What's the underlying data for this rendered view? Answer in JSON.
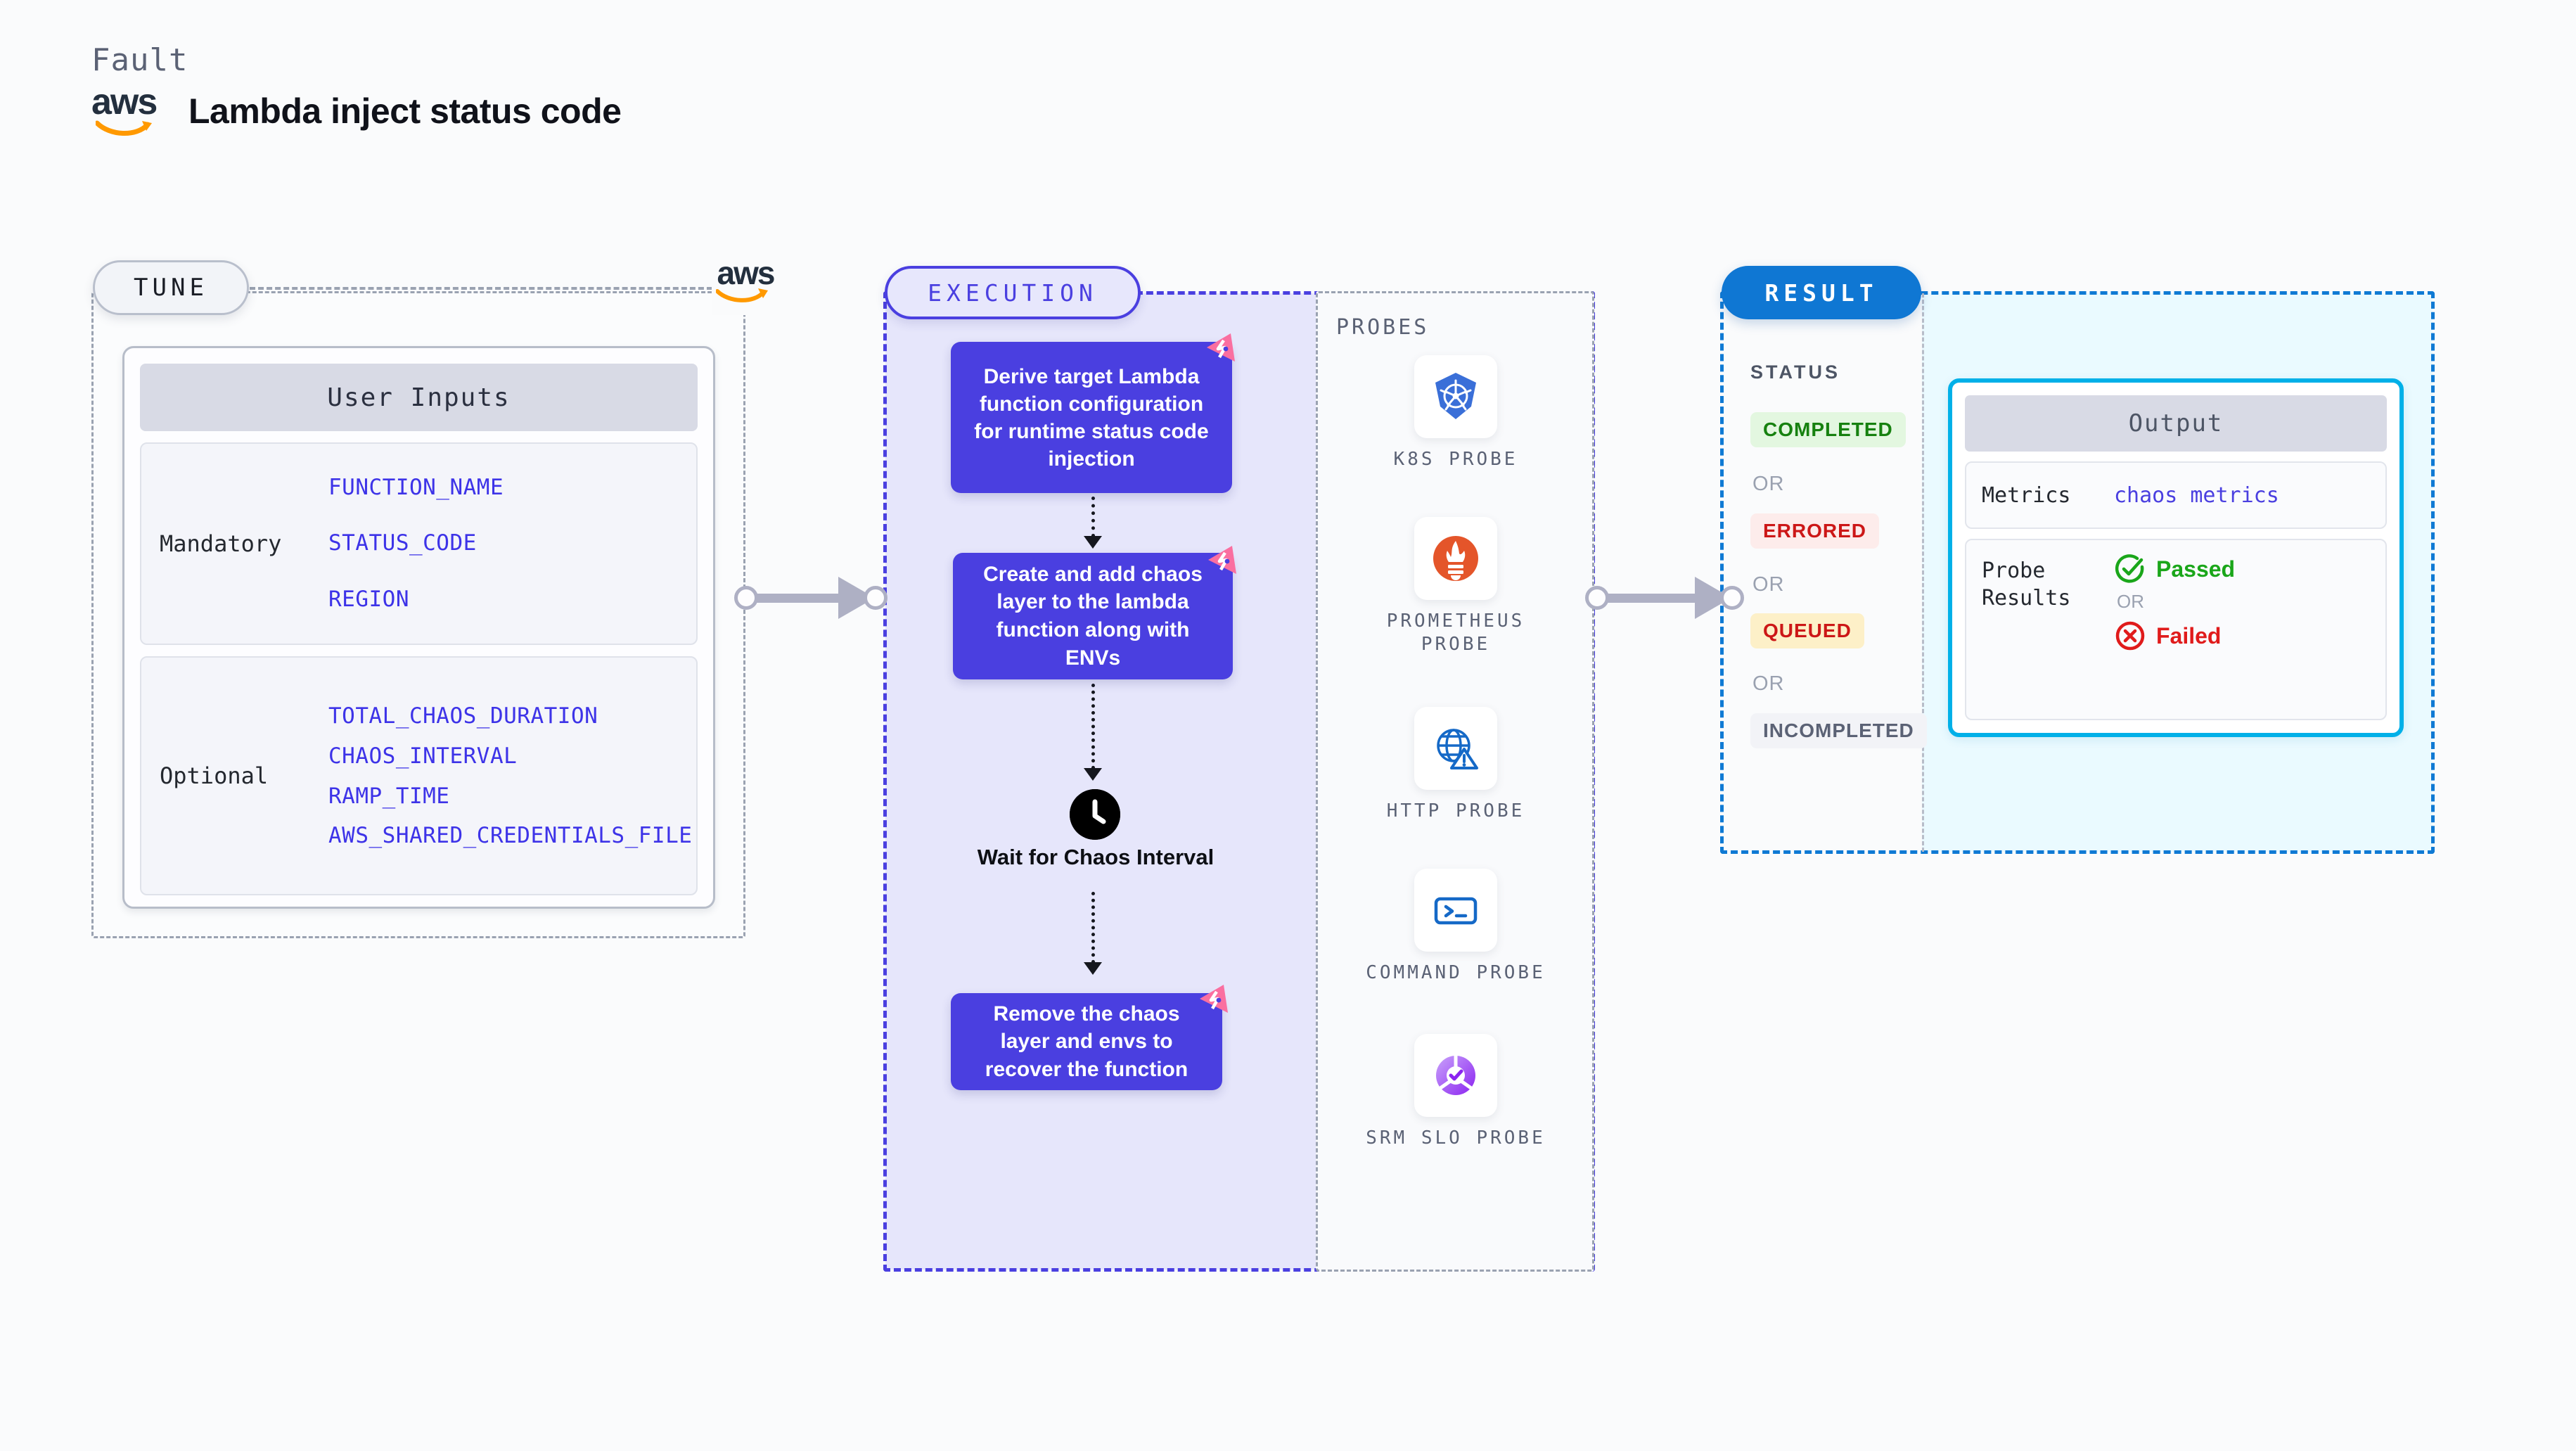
{
  "header": {
    "fault_label": "Fault",
    "title": "Lambda inject status code",
    "logo": "aws-logo"
  },
  "tune": {
    "badge": "TUNE",
    "provider_logo": "aws-logo",
    "card_title": "User Inputs",
    "groups": [
      {
        "label": "Mandatory",
        "params": [
          "FUNCTION_NAME",
          "STATUS_CODE",
          "REGION"
        ]
      },
      {
        "label": "Optional",
        "params": [
          "TOTAL_CHAOS_DURATION",
          "CHAOS_INTERVAL",
          "RAMP_TIME",
          "AWS_SHARED_CREDENTIALS_FILE"
        ]
      }
    ]
  },
  "execution": {
    "badge": "EXECUTION",
    "nodes": [
      {
        "text": "Derive target Lambda function configuration for runtime status code injection",
        "badge": "chaos-badge-icon"
      },
      {
        "text": "Create and add chaos layer to the lambda function along with ENVs",
        "badge": "chaos-badge-icon"
      },
      {
        "text": "Remove the chaos layer and envs to recover the function",
        "badge": "chaos-badge-icon"
      }
    ],
    "wait": {
      "icon": "clock-icon",
      "label": "Wait for Chaos Interval"
    }
  },
  "probes": {
    "title": "PROBES",
    "items": [
      {
        "label": "K8S PROBE",
        "icon": "kubernetes-icon"
      },
      {
        "label": "PROMETHEUS PROBE",
        "icon": "prometheus-icon"
      },
      {
        "label": "HTTP PROBE",
        "icon": "http-globe-warning-icon"
      },
      {
        "label": "COMMAND PROBE",
        "icon": "terminal-icon"
      },
      {
        "label": "SRM SLO PROBE",
        "icon": "srm-slo-icon"
      }
    ]
  },
  "result": {
    "badge": "RESULT",
    "status_title": "STATUS",
    "or_text": "OR",
    "statuses": [
      {
        "label": "COMPLETED",
        "color": "#16810f",
        "bg": "#e3f7e0"
      },
      {
        "label": "ERRORED",
        "color": "#cc1717",
        "bg": "#fdeceb"
      },
      {
        "label": "QUEUED",
        "color": "#cc1717",
        "bg": "#fdf0c8"
      },
      {
        "label": "INCOMPLETED",
        "color": "#5b6275",
        "bg": "#f2f3f7"
      }
    ],
    "output": {
      "title": "Output",
      "metrics_label": "Metrics",
      "metrics_value": "chaos metrics",
      "probe_results_label": "Probe Results",
      "passed": {
        "label": "Passed",
        "icon": "check-circle-icon",
        "color": "#1aa61a"
      },
      "failed": {
        "label": "Failed",
        "icon": "x-circle-icon",
        "color": "#e01b1b"
      },
      "or_text": "OR"
    }
  },
  "colors": {
    "indigo": "#4a3fe0",
    "aws_orange": "#ff9900",
    "result_blue": "#0f77d3",
    "cyan": "#00b0e8",
    "chaos_pink": "#fa6fa0"
  }
}
